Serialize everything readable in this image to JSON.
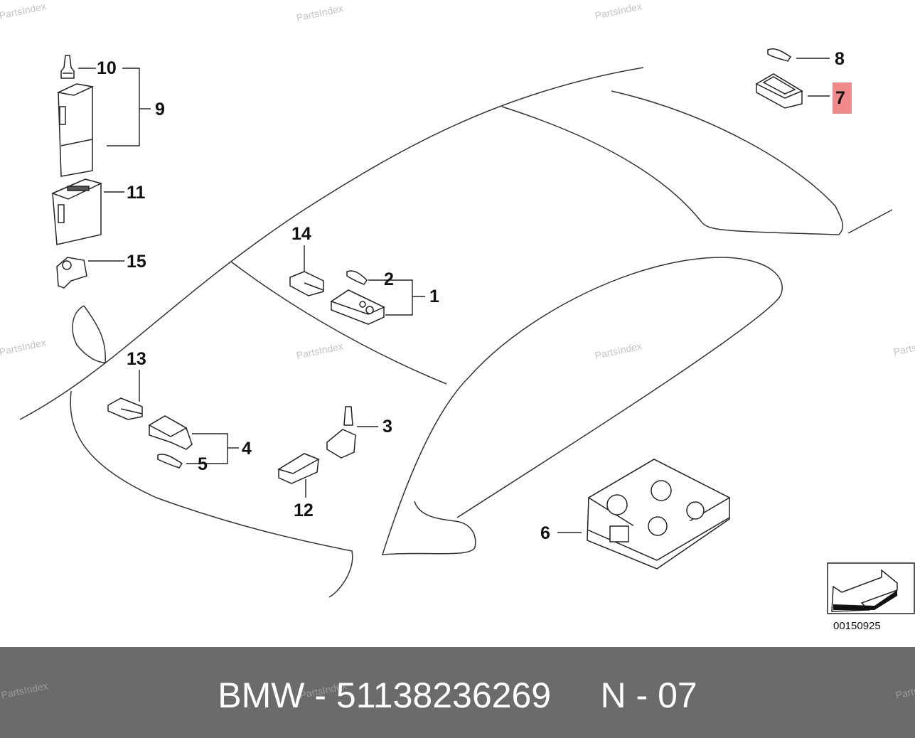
{
  "watermark": "PartsIndex",
  "diagram": {
    "code": "00150925",
    "callouts": [
      "1",
      "2",
      "3",
      "4",
      "5",
      "6",
      "7",
      "8",
      "9",
      "10",
      "11",
      "12",
      "13",
      "14",
      "15"
    ],
    "highlighted_callout": "7",
    "highlight_color": "#f08a8a"
  },
  "footer": {
    "brand": "BMW",
    "part_number": "51138236269",
    "position": "N - 07",
    "text": "BMW - 51138236269     N - 07",
    "background": "#6b6b6b"
  }
}
